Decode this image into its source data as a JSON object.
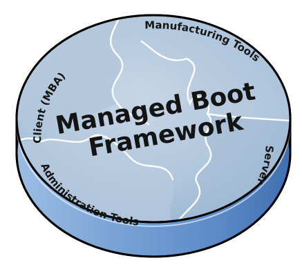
{
  "diagram": {
    "center_title_line1": "Managed Boot",
    "center_title_line2": "Framework",
    "segments": [
      {
        "id": "client",
        "label": "Client (MBA)"
      },
      {
        "id": "manufacturing",
        "label": "Manufacturing Tools"
      },
      {
        "id": "server",
        "label": "Server"
      },
      {
        "id": "administration",
        "label": "Administration Tools"
      }
    ],
    "colors": {
      "outline": "#000000",
      "puzzle_top": "#b4c8dc",
      "puzzle_mid": "#9fb7d1",
      "side_light": "#8fb2dc",
      "side_dark": "#4f7fbf",
      "seam": "#ffffff",
      "text": "#141414"
    }
  }
}
